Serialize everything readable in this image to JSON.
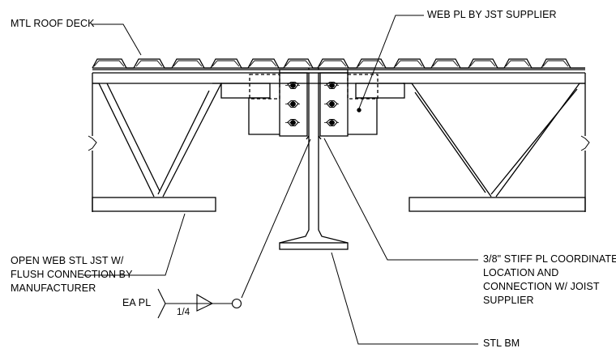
{
  "labels": {
    "mtl_roof_deck": "MTL ROOF DECK",
    "web_pl": "WEB PL BY JST SUPPLIER",
    "open_web_jst": [
      "OPEN WEB STL JST W/",
      "FLUSH CONNECTION BY",
      "MANUFACTURER"
    ],
    "stiff_pl": [
      "3/8\" STIFF PL COORDINATE",
      "LOCATION AND",
      "CONNECTION W/ JOIST",
      "SUPPLIER"
    ],
    "stl_bm": "STL BM",
    "ea_pl": "EA PL",
    "weld_size": "1/4"
  }
}
